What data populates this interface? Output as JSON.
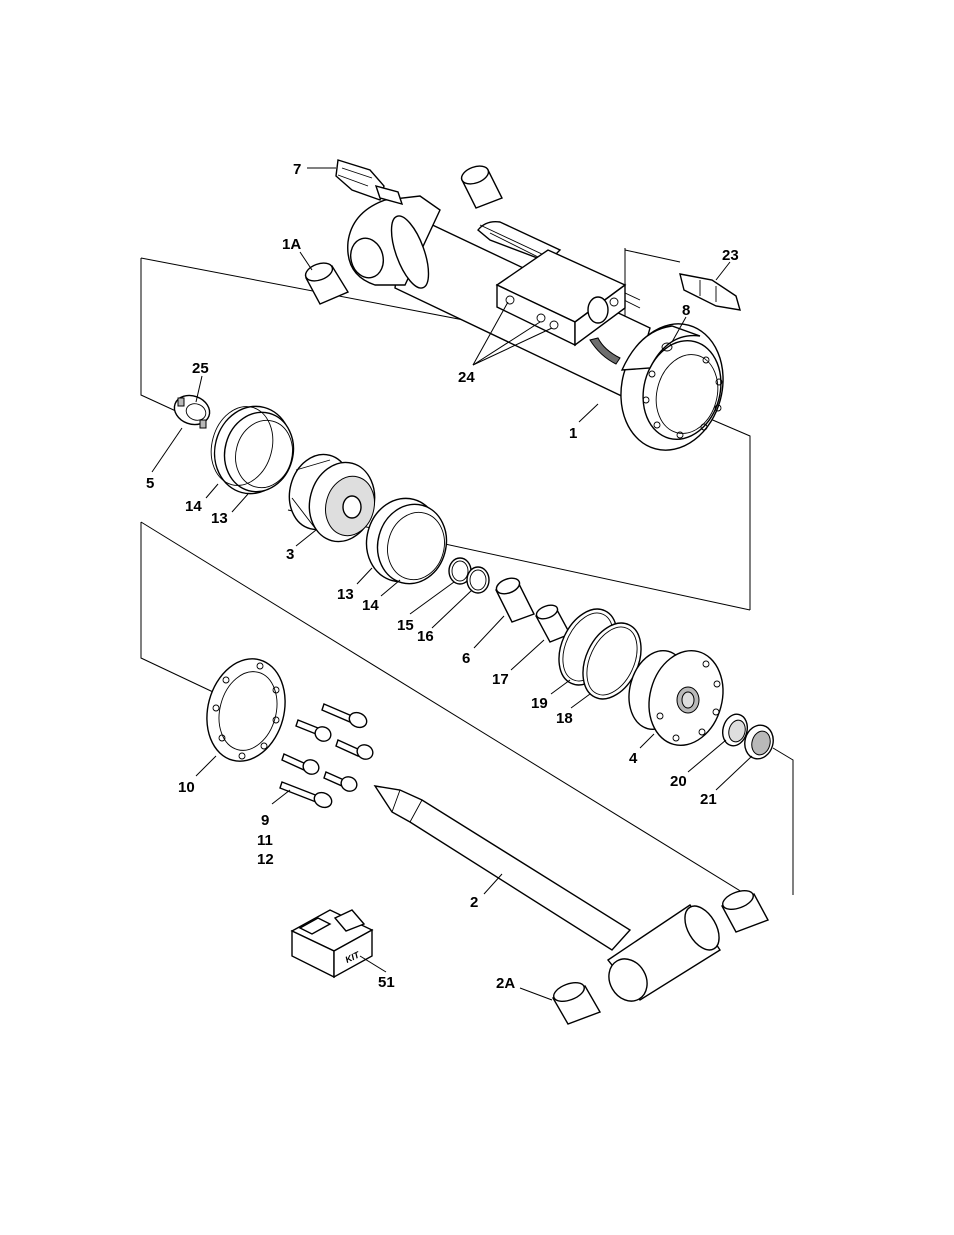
{
  "callouts": {
    "c7": "7",
    "c1A": "1A",
    "c23": "23",
    "c8": "8",
    "c25": "25",
    "c24": "24",
    "c1": "1",
    "c5": "5",
    "c14a": "14",
    "c13a": "13",
    "c3": "3",
    "c13b": "13",
    "c14b": "14",
    "c15": "15",
    "c16": "16",
    "c6": "6",
    "c17": "17",
    "c19": "19",
    "c18": "18",
    "c4": "4",
    "c20": "20",
    "c21": "21",
    "c10": "10",
    "c9": "9",
    "c11": "11",
    "c12": "12",
    "c2": "2",
    "c2A": "2A",
    "c51": "51"
  },
  "kit_label": "KIT"
}
